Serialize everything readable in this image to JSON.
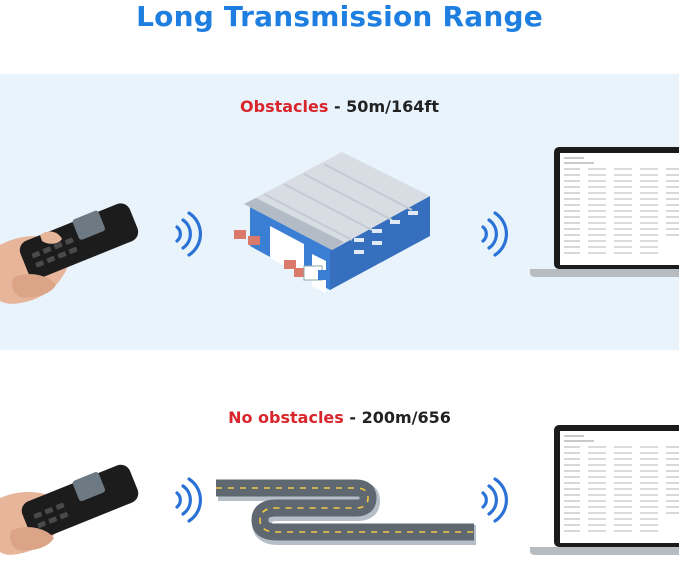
{
  "title": "Long Transmission Range",
  "scenarios": [
    {
      "highlight": "Obstacles",
      "rest": " - 50m/164ft"
    },
    {
      "highlight": "No obstacles",
      "rest": " - 200m/656"
    }
  ],
  "colors": {
    "title_blue": "#1f7fe0",
    "highlight_red": "#d8262c",
    "panel_bg": "#e9f3fb",
    "signal_blue": "#2a72d6",
    "warehouse_blue": "#3b7fd4"
  },
  "icons": [
    "hand-scanner-icon",
    "signal-waves-icon",
    "warehouse-icon",
    "laptop-icon",
    "road-icon"
  ]
}
